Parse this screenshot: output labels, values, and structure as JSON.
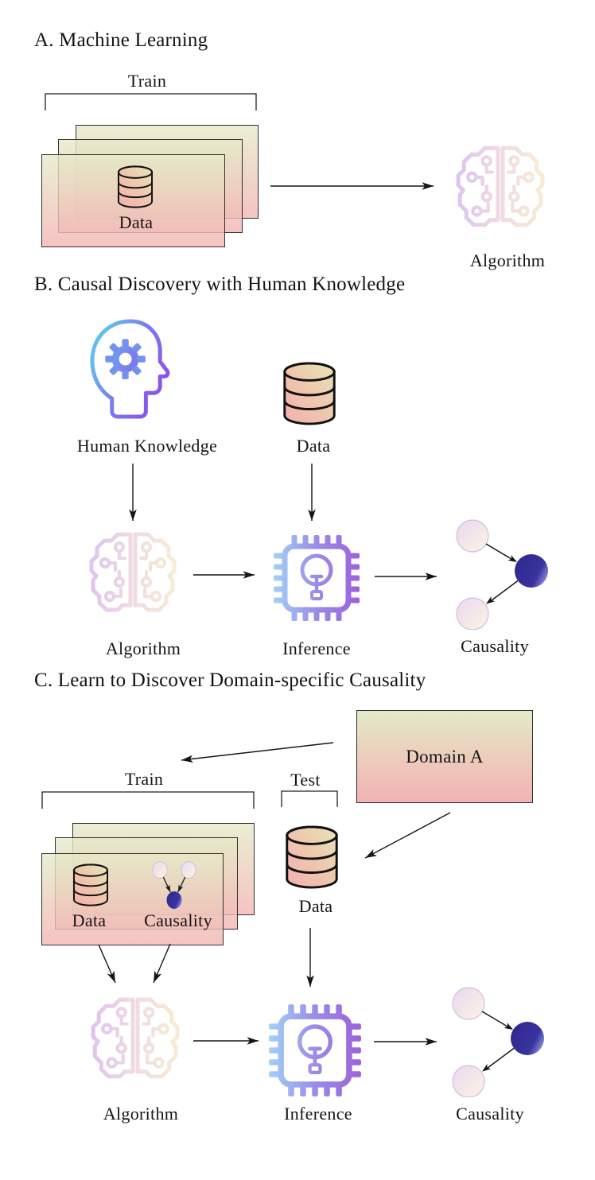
{
  "figure": {
    "panel_a": {
      "title": "A. Machine Learning",
      "train_bracket_label": "Train",
      "data_label": "Data",
      "algorithm_label": "Algorithm"
    },
    "panel_b": {
      "title": "B. Causal Discovery with Human Knowledge",
      "human_knowledge_label": "Human Knowledge",
      "data_label": "Data",
      "algorithm_label": "Algorithm",
      "inference_label": "Inference",
      "causality_label": "Causality"
    },
    "panel_c": {
      "title": "C. Learn to Discover Domain-specific Causality",
      "domain_box_label": "Domain A",
      "train_bracket_label": "Train",
      "test_bracket_label": "Test",
      "train_data_label": "Data",
      "train_causality_label": "Causality",
      "test_data_label": "Data",
      "algorithm_label": "Algorithm",
      "inference_label": "Inference",
      "causality_label": "Causality"
    },
    "colors": {
      "card_gradient_top": "#e6ebc9",
      "card_gradient_bottom": "#f3b4b4",
      "database_gradient_start": "#f4b0ae",
      "database_gradient_end": "#e6e5b8",
      "brain_gradient_start": "#ddc5ee",
      "brain_gradient_end": "#f8ecd4",
      "head_gradient_start": "#5fc2ee",
      "head_gradient_end": "#8b50ee",
      "chip_gradient_start": "#a2d2f4",
      "chip_gradient_end": "#9c60dc",
      "causal_dark_node": "#2e288c",
      "causal_light_node_start": "#e9d8f2",
      "causal_light_node_end": "#fdf4e1",
      "line_color": "#151515"
    }
  }
}
